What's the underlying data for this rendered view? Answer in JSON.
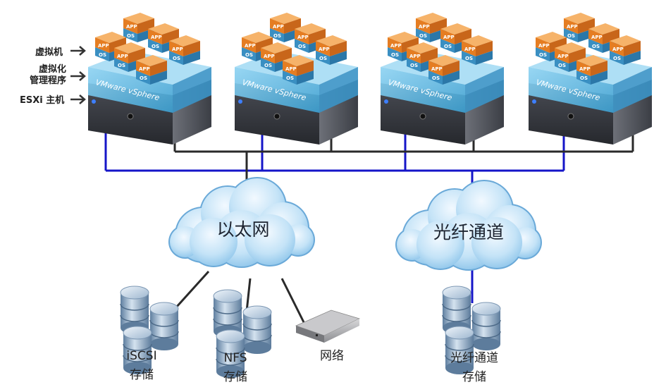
{
  "left_labels": {
    "vm": "虚拟机",
    "hypervisor_line1": "虚拟化",
    "hypervisor_line2": "管理程序",
    "esxi_host": "ESXi 主机"
  },
  "vm_cube": {
    "app": "APP",
    "os": "OS"
  },
  "hypervisor_layer_label": "VMware vSphere",
  "hosts_count": 4,
  "clouds": {
    "ethernet": "以太网",
    "fibre_channel": "光纤通道"
  },
  "storage": {
    "iscsi": {
      "line1": "iSCSI",
      "line2": "存储"
    },
    "nfs": {
      "line1": "NFS",
      "line2": "存储"
    },
    "network": {
      "line1": "网络"
    },
    "fc": {
      "line1": "光纤通道",
      "line2": "存储"
    }
  },
  "colors": {
    "ethernet_link": "#2a2a2a",
    "fibre_link": "#1515c8",
    "vm_orange": "#e8822a",
    "vm_blue": "#3a8fc2",
    "hypervisor_blue": "#5fb8e0",
    "server_dark": "#3a3d44",
    "cloud_blue": "#bfe0f5"
  }
}
